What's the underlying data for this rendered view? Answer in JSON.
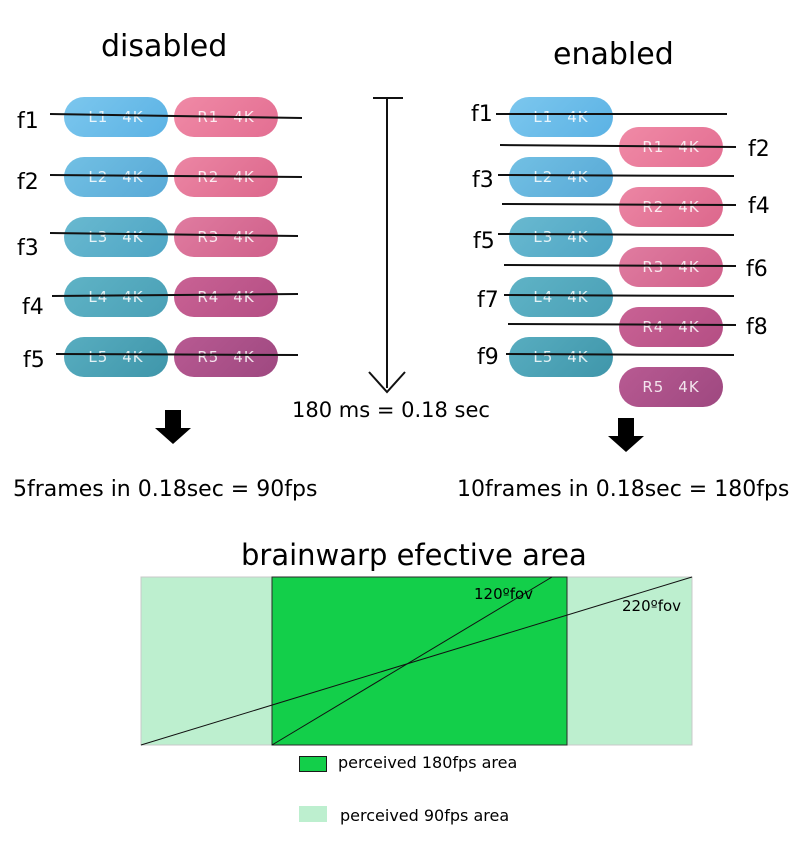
{
  "left_panel": {
    "title": "disabled",
    "frame_labels": [
      "f1",
      "f2",
      "f3",
      "f4",
      "f5"
    ],
    "left_pills": [
      {
        "eye": "L1",
        "res": "4K"
      },
      {
        "eye": "L2",
        "res": "4K"
      },
      {
        "eye": "L3",
        "res": "4K"
      },
      {
        "eye": "L4",
        "res": "4K"
      },
      {
        "eye": "L5",
        "res": "4K"
      }
    ],
    "right_pills": [
      {
        "eye": "R1",
        "res": "4K"
      },
      {
        "eye": "R2",
        "res": "4K"
      },
      {
        "eye": "R3",
        "res": "4K"
      },
      {
        "eye": "R4",
        "res": "4K"
      },
      {
        "eye": "R5",
        "res": "4K"
      }
    ],
    "result": "5frames in 0.18sec = 90fps"
  },
  "right_panel": {
    "title": "enabled",
    "frame_labels_left": [
      "f1",
      "f3",
      "f5",
      "f7",
      "f9"
    ],
    "frame_labels_right": [
      "f2",
      "f4",
      "f6",
      "f8"
    ],
    "left_pills": [
      {
        "eye": "L1",
        "res": "4K"
      },
      {
        "eye": "L2",
        "res": "4K"
      },
      {
        "eye": "L3",
        "res": "4K"
      },
      {
        "eye": "L4",
        "res": "4K"
      },
      {
        "eye": "L5",
        "res": "4K"
      }
    ],
    "right_pills": [
      {
        "eye": "R1",
        "res": "4K"
      },
      {
        "eye": "R2",
        "res": "4K"
      },
      {
        "eye": "R3",
        "res": "4K"
      },
      {
        "eye": "R4",
        "res": "4K"
      },
      {
        "eye": "R5",
        "res": "4K"
      }
    ],
    "result": "10frames in 0.18sec = 180fps"
  },
  "timeline": {
    "label": "180 ms = 0.18 sec"
  },
  "area_diagram": {
    "title": "brainwarp efective area",
    "fov_inner_label": "120ºfov",
    "fov_outer_label": "220ºfov",
    "inner_color": "#13cf4a",
    "outer_color": "#bdefcf"
  },
  "legend": {
    "items": [
      {
        "label": "perceived 180fps area",
        "color": "#13cf4a"
      },
      {
        "label": "perceived 90fps area",
        "color": "#bdefcf"
      }
    ]
  }
}
